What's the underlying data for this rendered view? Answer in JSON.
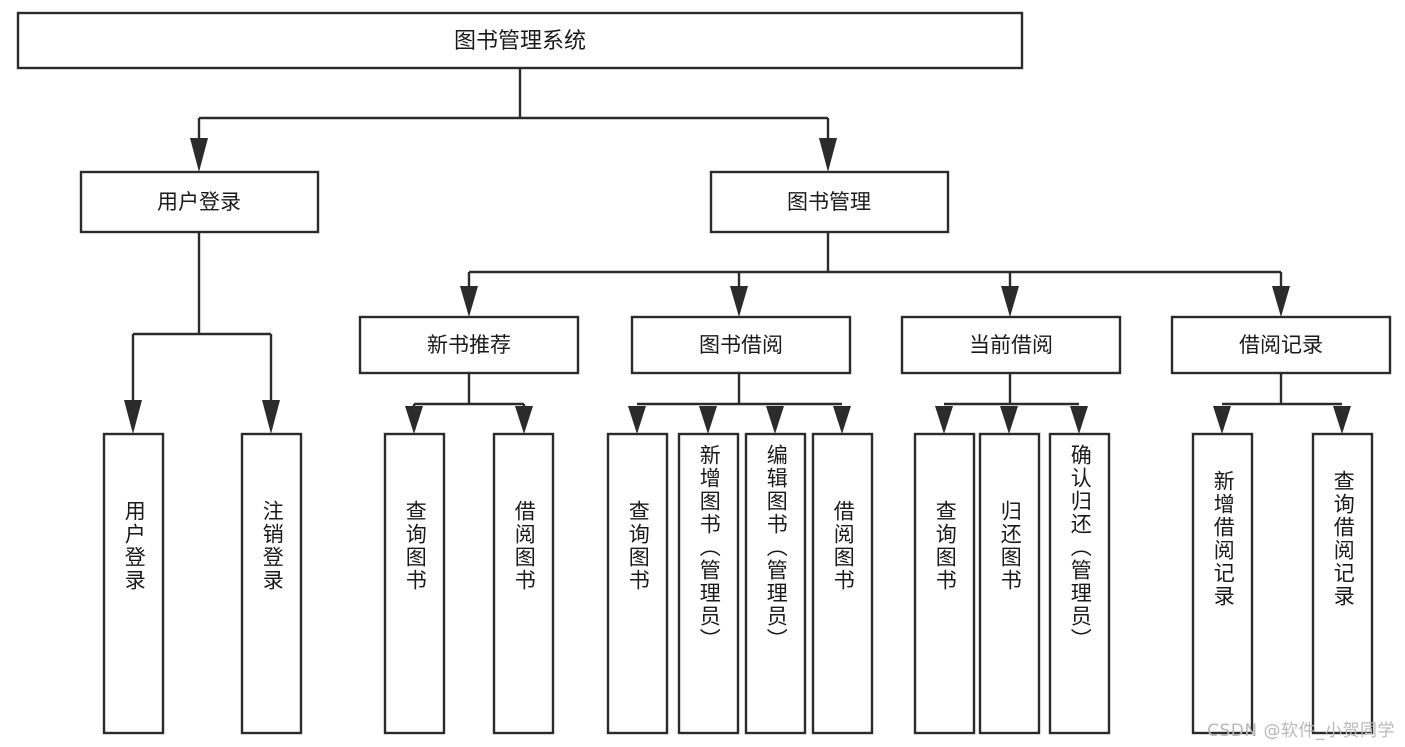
{
  "diagram": {
    "type": "tree",
    "title": "图书管理系统",
    "root": {
      "id": "root",
      "label": "图书管理系统",
      "orientation": "horizontal"
    },
    "level1": [
      {
        "id": "user-login",
        "label": "用户登录",
        "orientation": "horizontal"
      },
      {
        "id": "book-manage",
        "label": "图书管理",
        "orientation": "horizontal"
      }
    ],
    "level2": [
      {
        "id": "new-book-recommend",
        "label": "新书推荐",
        "parent": "book-manage",
        "orientation": "horizontal"
      },
      {
        "id": "book-borrow",
        "label": "图书借阅",
        "parent": "book-manage",
        "orientation": "horizontal"
      },
      {
        "id": "current-borrow",
        "label": "当前借阅",
        "parent": "book-manage",
        "orientation": "horizontal"
      },
      {
        "id": "borrow-record",
        "label": "借阅记录",
        "parent": "book-manage",
        "orientation": "horizontal"
      }
    ],
    "leaves": [
      {
        "id": "leaf-user-login",
        "label": "用户登录",
        "parent": "user-login",
        "orientation": "vertical"
      },
      {
        "id": "leaf-user-logout",
        "label": "注销登录",
        "parent": "user-login",
        "orientation": "vertical"
      },
      {
        "id": "leaf-query-book-1",
        "label": "查询图书",
        "parent": "new-book-recommend",
        "orientation": "vertical"
      },
      {
        "id": "leaf-borrow-book-1",
        "label": "借阅图书",
        "parent": "new-book-recommend",
        "orientation": "vertical"
      },
      {
        "id": "leaf-query-book-2",
        "label": "查询图书",
        "parent": "book-borrow",
        "orientation": "vertical"
      },
      {
        "id": "leaf-add-book",
        "label": "新增图书（管理员）",
        "parent": "book-borrow",
        "orientation": "vertical"
      },
      {
        "id": "leaf-edit-book",
        "label": "编辑图书（管理员）",
        "parent": "book-borrow",
        "orientation": "vertical"
      },
      {
        "id": "leaf-borrow-book-2",
        "label": "借阅图书",
        "parent": "book-borrow",
        "orientation": "vertical"
      },
      {
        "id": "leaf-query-book-3",
        "label": "查询图书",
        "parent": "current-borrow",
        "orientation": "vertical"
      },
      {
        "id": "leaf-return-book",
        "label": "归还图书",
        "parent": "current-borrow",
        "orientation": "vertical"
      },
      {
        "id": "leaf-confirm-return",
        "label": "确认归还（管理员）",
        "parent": "current-borrow",
        "orientation": "vertical"
      },
      {
        "id": "leaf-add-record",
        "label": "新增借阅记录",
        "parent": "borrow-record",
        "orientation": "vertical"
      },
      {
        "id": "leaf-query-record",
        "label": "查询借阅记录",
        "parent": "borrow-record",
        "orientation": "vertical"
      }
    ],
    "colors": {
      "stroke": "#2b2b2b",
      "fill": "#ffffff",
      "text": "#1a1a1a",
      "background": "#ffffff",
      "watermark": "#b8b8b8"
    }
  },
  "watermark": {
    "text": "CSDN @软件_小贺同学"
  }
}
